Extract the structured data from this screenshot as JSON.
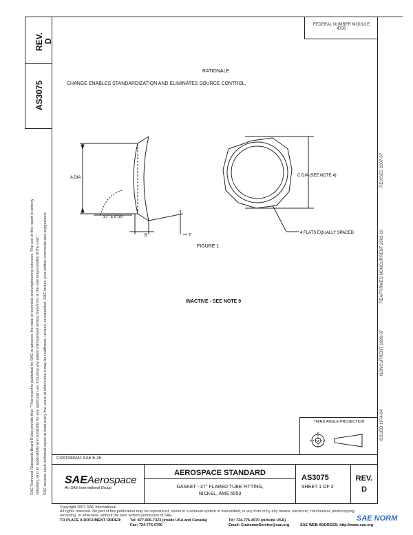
{
  "header": {
    "federal_number_line1": "FEDERAL NUMBER MODULE",
    "federal_number_line2": "4730",
    "rev_label": "REV.",
    "rev_value": "D",
    "doc_number": "AS3075"
  },
  "body": {
    "rationale_title": "RATIONALE",
    "rationale_text": "CHANGE ENABLES STANDARDIZATION AND ELIMINATES SOURCE CONTROL.",
    "inactive_note": "INACTIVE - SEE NOTE 9"
  },
  "figure": {
    "label_a_dia": "A DIA",
    "label_angle": "37° ± 0°30'",
    "label_b": "B",
    "label_t": "T",
    "label_c_dia": "C DIA  (SEE NOTE 4)",
    "label_flats": "4 FLATS EQUALLY SPACED",
    "caption": "FIGURE 1"
  },
  "left_margin": {
    "line1": "SAE Technical Standards Board Rules provide that: \"This report is published by SAE to advance the state of technical and engineering sciences. The use of this report is entirely",
    "line2": "voluntary, and its applicability and suitability for any particular use, including any patent infringement arising therefrom, is the sole responsibility of the user.\"",
    "line3": "SAE reviews each technical report at least every five years at which time it may be reaffirmed, revised, or cancelled. SAE invites your written comments and suggestions."
  },
  "right_margin": {
    "issued": "ISSUED 1974-04",
    "noncurrent": "NONCURRENT 1996-07",
    "reaffirmed": "REAFFIRMED NONCURRENT 2003-10",
    "revised": "REVISED 2007-07"
  },
  "projection": {
    "label": "THIRD ANGLE PROJECTION"
  },
  "title_block": {
    "custodian": "CUSTODIAN: SAE E-25",
    "logo_sae": "SAE",
    "logo_aerospace": "Aerospace",
    "logo_sub": "An SAE International Group",
    "standard_title": "AEROSPACE STANDARD",
    "part_line1": "GASKET - 37° FLARED TUBE FITTING,",
    "part_line2": "NICKEL, AMS 5553",
    "doc_number": "AS3075",
    "sheet": "SHEET 1 OF 3",
    "rev_label": "REV.",
    "rev_value": "D"
  },
  "footer": {
    "copyright": "Copyright 2007 SAE International",
    "rights": "All rights reserved. No part of this publication may be reproduced, stored in a retrieval system or transmitted, in any form or by any means, electronic, mechanical, photocopying,",
    "rights2": "recording, or otherwise, without the prior written permission of SAE.",
    "order_label": "TO PLACE A DOCUMENT ORDER:",
    "tel1": "Tel: 877-606-7323 (inside USA and Canada)",
    "tel2": "Tel: 724-776-4970 (outside USA)",
    "fax": "Fax: 724-776-0790",
    "email": "Email: CustomerService@sae.org",
    "web": "SAE WEB ADDRESS: http://www.sae.org",
    "watermark": "SAE NORM"
  }
}
